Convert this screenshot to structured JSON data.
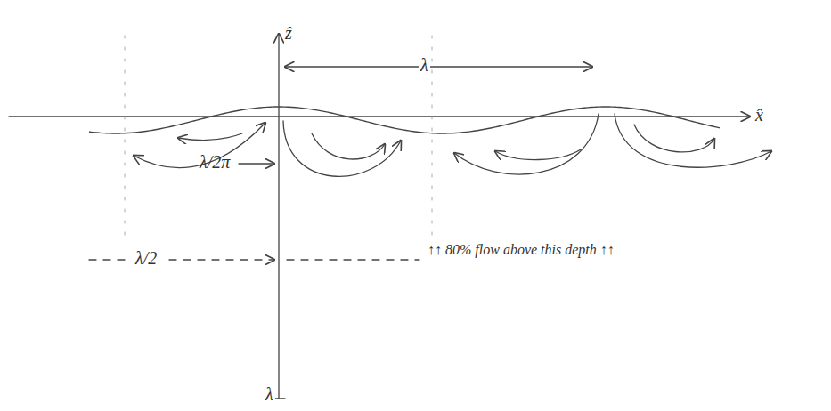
{
  "diagram": {
    "labels": [
      "ẑ",
      "λ",
      "x̂",
      "λ/2π",
      "λ/2",
      "↑↑ 80% flow above this depth ↑↑",
      "λ"
    ]
  }
}
